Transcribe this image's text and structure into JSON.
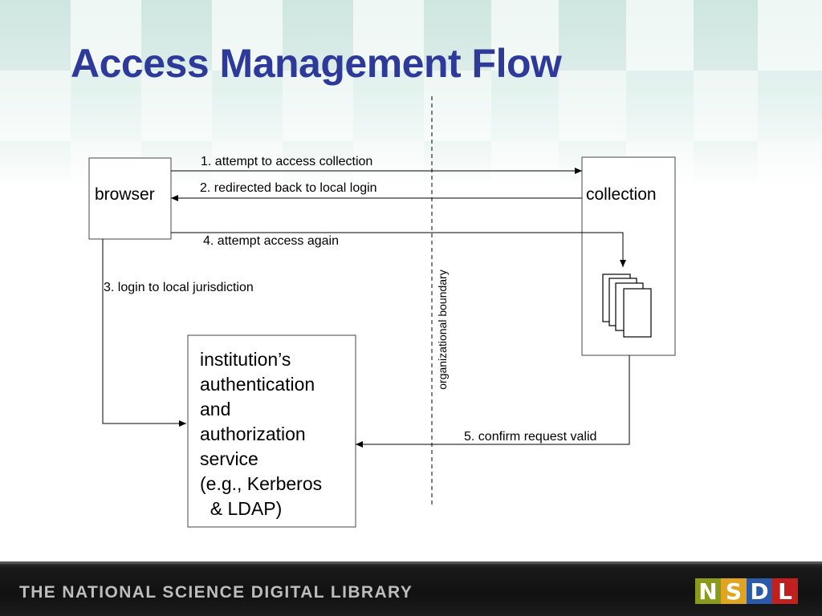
{
  "title": "Access Management Flow",
  "nodes": {
    "browser": "browser",
    "collection": "collection",
    "service_lines": [
      "institution’s",
      "authentication",
      "and",
      "authorization",
      "service",
      "(e.g., Kerberos",
      "  & LDAP)"
    ]
  },
  "edges": {
    "step1": "1. attempt to access collection",
    "step2": "2. redirected back to local login",
    "step3": "3. login to local jurisdiction",
    "step4": "4. attempt access again",
    "step5": "5. confirm request valid"
  },
  "boundary_label": "organizational boundary",
  "footer": {
    "text": "THE NATIONAL SCIENCE DIGITAL LIBRARY",
    "logo_letters": [
      "N",
      "S",
      "D",
      "L"
    ]
  },
  "colors": {
    "title": "#2e3a9a",
    "logo_n": "#8a9a1a",
    "logo_s": "#e0a520",
    "logo_d": "#2a5aa8",
    "logo_l": "#c0201e"
  }
}
